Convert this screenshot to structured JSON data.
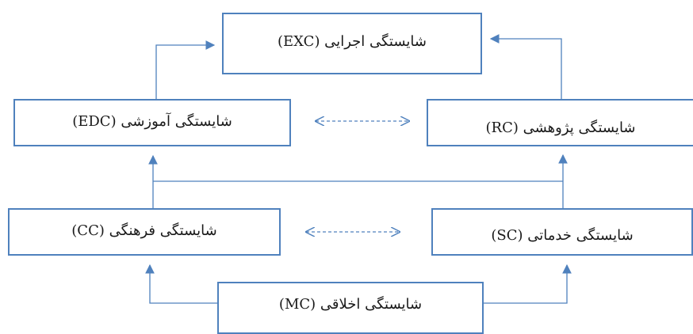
{
  "diagram": {
    "nodes": {
      "exc": {
        "label": "شایستگی اجرایی (EXC)"
      },
      "edc": {
        "label": "شایستگی آموزشی (EDC)"
      },
      "rc": {
        "label": "شایستگی پژوهشی (RC)"
      },
      "cc": {
        "label": "شایستگی فرهنگی (CC)"
      },
      "sc": {
        "label": "شایستگی خدماتی (SC)"
      },
      "mc": {
        "label": "شایستگی اخلاقی (MC)"
      }
    },
    "edges": [
      {
        "from": "edc",
        "to": "exc",
        "style": "solid"
      },
      {
        "from": "rc",
        "to": "exc",
        "style": "solid"
      },
      {
        "from": "edc",
        "to": "rc",
        "style": "dashed",
        "bidirectional": true
      },
      {
        "from": "cc",
        "to": "sc",
        "style": "dashed",
        "bidirectional": true
      },
      {
        "from": "cc",
        "to": "edc",
        "style": "solid"
      },
      {
        "from": "sc",
        "to": "rc",
        "style": "solid"
      },
      {
        "from": "mc",
        "to": "cc",
        "style": "solid"
      },
      {
        "from": "mc",
        "to": "sc",
        "style": "solid"
      }
    ],
    "colors": {
      "box_border": "#4f81bd",
      "connector": "#4f81bd",
      "text": "#1a1a1a"
    }
  }
}
